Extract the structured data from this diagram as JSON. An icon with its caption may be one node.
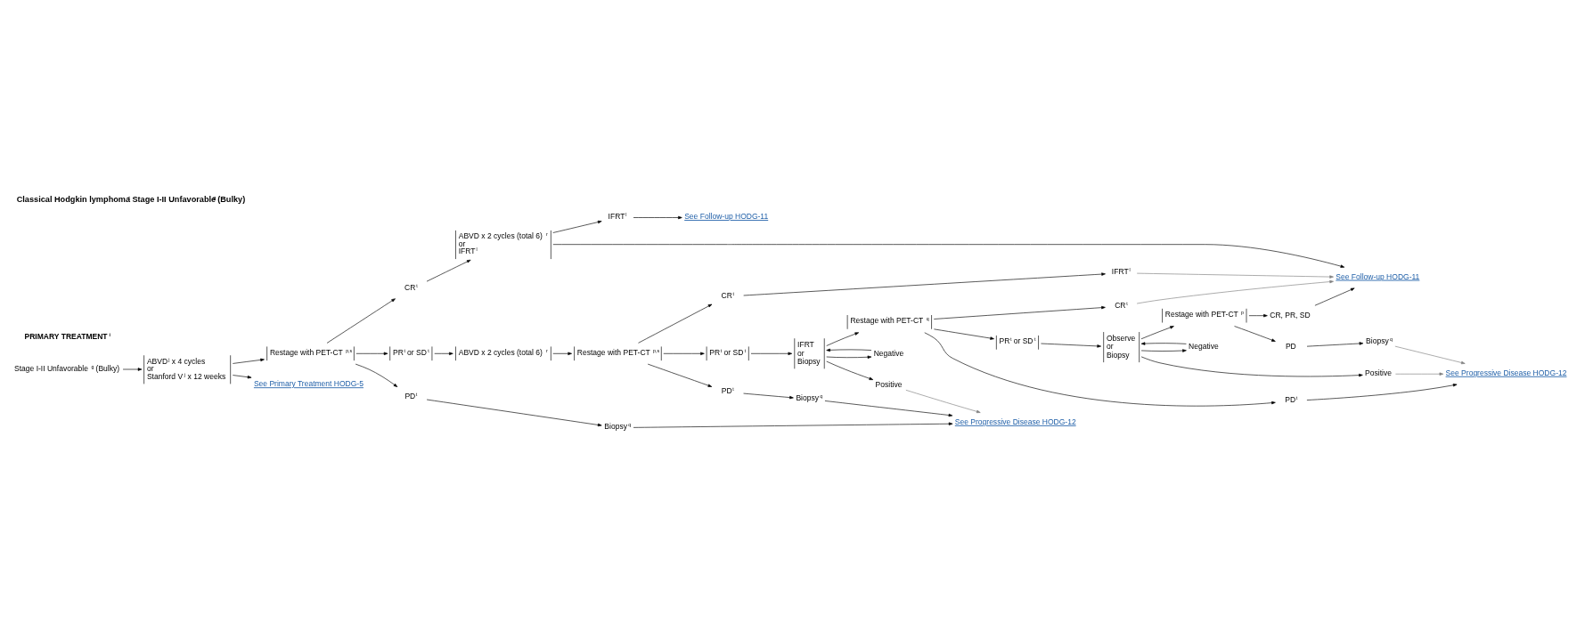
{
  "diagram": {
    "title": "Classical Hodgkin lymphoma$^{c}$ Stage I-II Unfavorable$^{g}$ (Bulky)",
    "nodes": [
      {
        "text": [
          "Stage I-II Unfavorable$^{g}$ (Bulky)"
        ]
      },
      {
        "text": [
          "ABVD$^{j}$ x 4 cycles",
          "or",
          "Stanford V$^{j}$ x 12 weeks"
        ]
      },
      {
        "text": [
          "Restage with PET-CT$^{p,s}$"
        ]
      },
      {
        "text": [
          "CR$^{t}$"
        ]
      },
      {
        "text": [
          "ABVD x 2 cycles (total 6)$^{r}$",
          "or",
          "IFRT$^{l}$"
        ]
      },
      {
        "text": [
          "IFRT$^{l}$"
        ]
      },
      {
        "text": [
          "See Follow-up HODG-11"
        ]
      },
      {
        "text": [
          "See Follow-up HODG-11"
        ]
      },
      {
        "text": [
          "PR$^{t}$ or SD$^{t}$"
        ]
      },
      {
        "text": [
          "ABVD x 2 cycles (total 6)$^{r}$"
        ]
      },
      {
        "text": [
          "Restage with PET-CT$^{p,s}$"
        ]
      },
      {
        "text": [
          "CR$^{t}$"
        ]
      },
      {
        "text": [
          "IFRT$^{l}$"
        ]
      },
      {
        "text": [
          "PR$^{t}$ or SD$^{t}$"
        ]
      },
      {
        "text": [
          "IFRT",
          "or",
          "Biopsy"
        ]
      },
      {
        "text": [
          "Restage with PET-CT$^{q}$"
        ]
      },
      {
        "text": [
          "Negative"
        ]
      },
      {
        "text": [
          "Positive"
        ]
      },
      {
        "text": [
          "CR$^{t}$"
        ]
      },
      {
        "text": [
          "PR$^{t}$ or SD$^{t}$"
        ]
      },
      {
        "text": [
          "PD$^{t}$"
        ]
      },
      {
        "text": [
          "Observe",
          "or",
          "Biopsy"
        ]
      },
      {
        "text": [
          "Restage with PET-CT$^{p}$"
        ]
      },
      {
        "text": [
          "Negative"
        ]
      },
      {
        "text": [
          "Positive"
        ]
      },
      {
        "text": [
          "CR, PR, SD"
        ]
      },
      {
        "text": [
          "PD"
        ]
      },
      {
        "text": [
          "Biopsy$^{q}$"
        ]
      },
      {
        "text": [
          "PD$^{t}$"
        ]
      },
      {
        "text": [
          "Biopsy$^{q}$"
        ]
      },
      {
        "text": [
          "PD$^{t}$"
        ]
      },
      {
        "text": [
          "Biopsy$^{q}$"
        ]
      },
      {
        "text": [
          "See Progressive Disease HODG-12"
        ]
      },
      {
        "text": [
          "See Progressive Disease HODG-12"
        ]
      },
      {
        "text": [
          "See Primary Treatment HODG-5"
        ]
      }
    ],
    "edges": [
      {
        "from": 0,
        "to": 1,
        "arrow": "to"
      },
      {
        "from": 1,
        "to": 2,
        "arrow": "to"
      },
      {
        "from": 1,
        "to": 34,
        "arrow": "to"
      },
      {
        "from": 2,
        "to": 3,
        "arrow": "to"
      },
      {
        "from": 2,
        "to": 8,
        "arrow": "to"
      },
      {
        "from": 2,
        "to": 30,
        "arrow": "to"
      },
      {
        "from": 3,
        "to": 4,
        "arrow": "to"
      },
      {
        "from": 4,
        "to": 5,
        "arrow": "to"
      },
      {
        "from": 5,
        "to": 6,
        "arrow": "to"
      },
      {
        "from": 4,
        "to": 7,
        "arrow": "to"
      },
      {
        "from": 8,
        "to": 9,
        "arrow": "to"
      },
      {
        "from": 9,
        "to": 10,
        "arrow": "to"
      },
      {
        "from": 10,
        "to": 11,
        "arrow": "to"
      },
      {
        "from": 10,
        "to": 13,
        "arrow": "to"
      },
      {
        "from": 10,
        "to": 28,
        "arrow": "to"
      },
      {
        "from": 11,
        "to": 12,
        "arrow": "to"
      },
      {
        "from": 12,
        "to": 7,
        "arrow": "to",
        "color": "#808080"
      },
      {
        "from": 13,
        "to": 14,
        "arrow": "to"
      },
      {
        "from": 14,
        "to": 15,
        "arrow": "to"
      },
      {
        "from": 14,
        "to": 16,
        "arrow": "to"
      },
      {
        "from": 14,
        "to": 17,
        "arrow": "to"
      },
      {
        "from": 16,
        "to": 14,
        "arrow": "to"
      },
      {
        "from": 15,
        "to": 18,
        "arrow": "to"
      },
      {
        "from": 15,
        "to": 19,
        "arrow": "to"
      },
      {
        "from": 15,
        "to": 20,
        "arrow": "to"
      },
      {
        "from": 18,
        "to": 7,
        "arrow": "to",
        "color": "#808080"
      },
      {
        "from": 19,
        "to": 21,
        "arrow": "to"
      },
      {
        "from": 21,
        "to": 22,
        "arrow": "to"
      },
      {
        "from": 21,
        "to": 23,
        "arrow": "to"
      },
      {
        "from": 21,
        "to": 24,
        "arrow": "to"
      },
      {
        "from": 23,
        "to": 21,
        "arrow": "to"
      },
      {
        "from": 22,
        "to": 25,
        "arrow": "to"
      },
      {
        "from": 22,
        "to": 26,
        "arrow": "to"
      },
      {
        "from": 25,
        "to": 7,
        "arrow": "to"
      },
      {
        "from": 26,
        "to": 27,
        "arrow": "to"
      },
      {
        "from": 27,
        "to": 33,
        "arrow": "to",
        "color": "#808080"
      },
      {
        "from": 24,
        "to": 33,
        "arrow": "to",
        "color": "#808080"
      },
      {
        "from": 20,
        "to": 33,
        "arrow": "to"
      },
      {
        "from": 17,
        "to": 32,
        "arrow": "to",
        "color": "#808080"
      },
      {
        "from": 28,
        "to": 29,
        "arrow": "to"
      },
      {
        "from": 29,
        "to": 32,
        "arrow": "to"
      },
      {
        "from": 30,
        "to": 31,
        "arrow": "to"
      },
      {
        "from": 31,
        "to": 32,
        "arrow": "to"
      }
    ],
    "labels": [
      "PRIMARY TREATMENT$^{i}$"
    ]
  }
}
